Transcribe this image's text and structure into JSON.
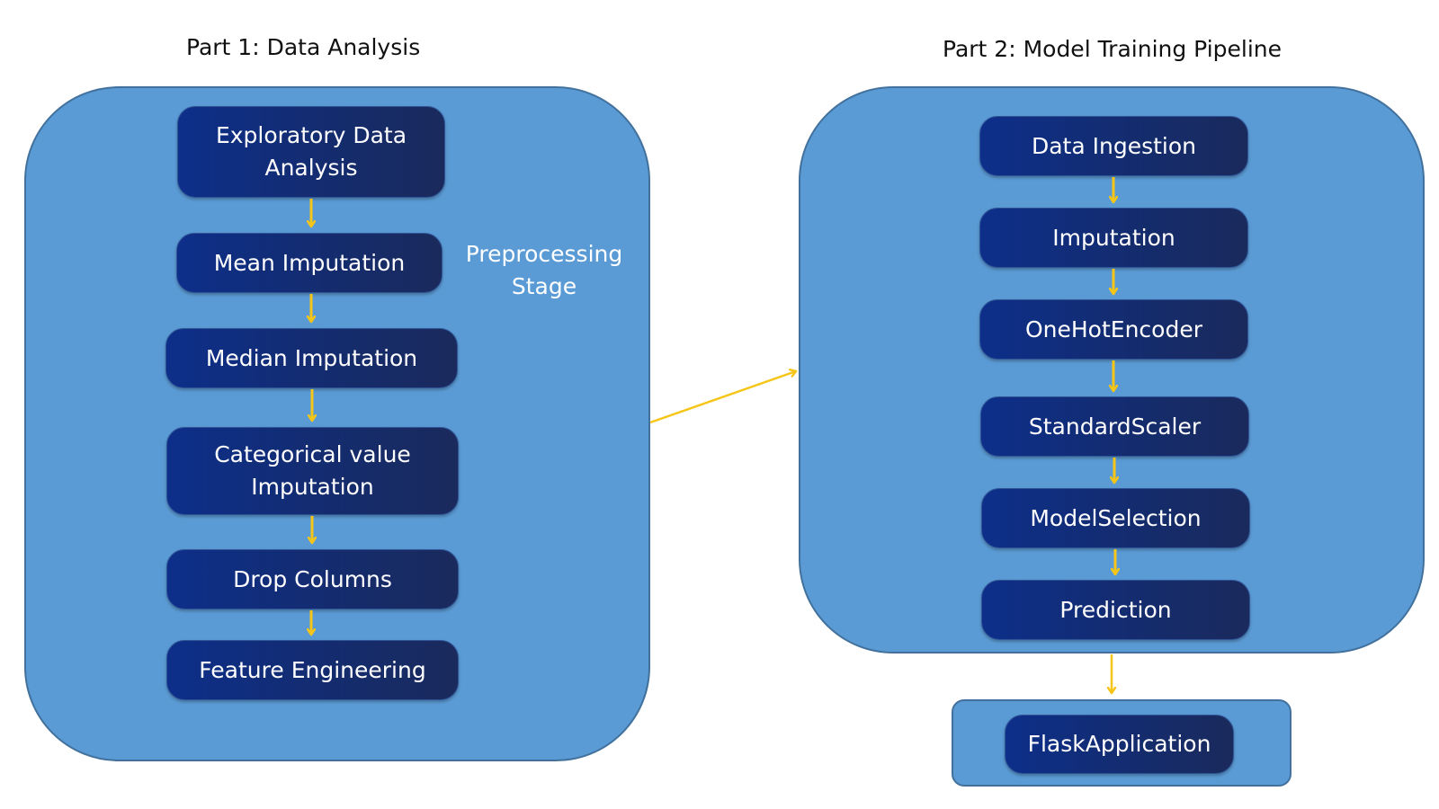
{
  "part1": {
    "title": "Part 1: Data Analysis",
    "stage_label": "Preprocessing Stage",
    "steps": [
      "Exploratory Data Analysis",
      "Mean Imputation",
      "Median Imputation",
      "Categorical value Imputation",
      "Drop Columns",
      "Feature Engineering"
    ]
  },
  "part2": {
    "title": "Part 2: Model Training Pipeline",
    "steps": [
      "Data Ingestion",
      "Imputation",
      "OneHotEncoder",
      "StandardScaler",
      "ModelSelection",
      "Prediction"
    ]
  },
  "deployment": {
    "step": "FlaskApplication"
  },
  "colors": {
    "panel_fill": "#5b9bd5",
    "panel_border": "#41719c",
    "box_fill": "#142c6f",
    "arrow": "#f5c518"
  }
}
